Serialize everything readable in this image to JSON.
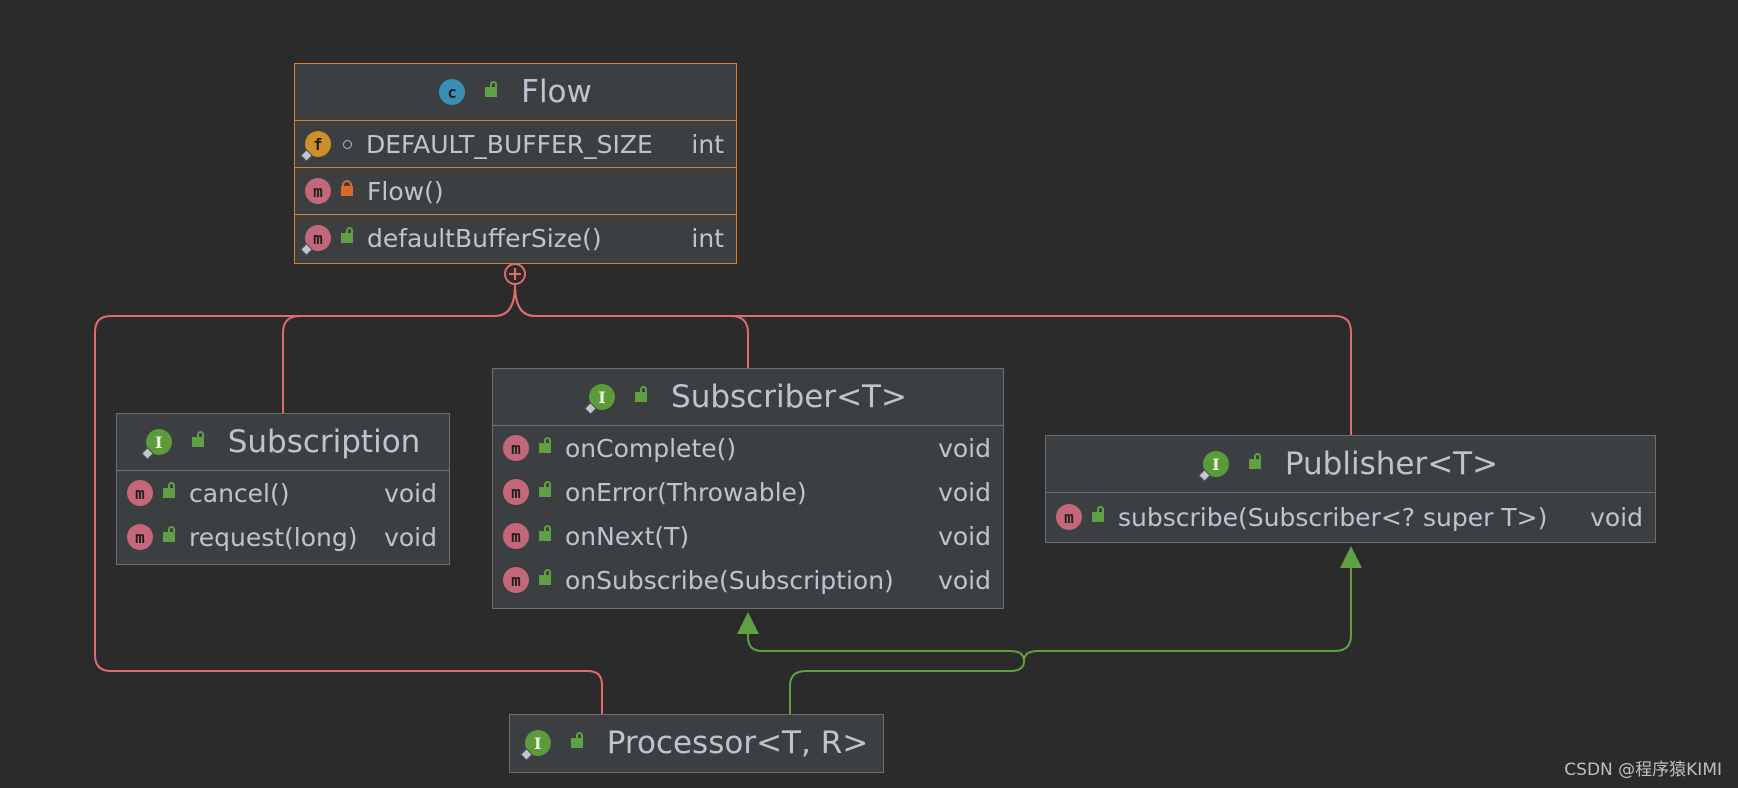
{
  "colors": {
    "background": "#2b2b2b",
    "inner_class_connector": "#e06c6c",
    "inheritance_arrow": "#5fa044",
    "highlight_border": "#d9822b"
  },
  "flow": {
    "icon": "class-icon",
    "title": "Flow",
    "field": {
      "icon": "field-icon",
      "name": "DEFAULT_BUFFER_SIZE",
      "type": "int"
    },
    "constructor": {
      "icon": "method-icon",
      "name": "Flow()"
    },
    "method": {
      "icon": "method-icon",
      "name": "defaultBufferSize()",
      "type": "int"
    }
  },
  "subscription": {
    "icon": "interface-icon",
    "title": "Subscription",
    "methods": [
      {
        "name": "cancel()",
        "type": "void"
      },
      {
        "name": "request(long)",
        "type": "void"
      }
    ]
  },
  "subscriber": {
    "icon": "interface-icon",
    "title": "Subscriber<T>",
    "methods": [
      {
        "name": "onComplete()",
        "type": "void"
      },
      {
        "name": "onError(Throwable)",
        "type": "void"
      },
      {
        "name": "onNext(T)",
        "type": "void"
      },
      {
        "name": "onSubscribe(Subscription)",
        "type": "void"
      }
    ]
  },
  "publisher": {
    "icon": "interface-icon",
    "title": "Publisher<T>",
    "methods": [
      {
        "name": "subscribe(Subscriber<? super T>)",
        "type": "void"
      }
    ]
  },
  "processor": {
    "icon": "interface-icon",
    "title": "Processor<T, R>"
  },
  "icon_letters": {
    "class": "c",
    "interface": "I",
    "method": "m",
    "field": "f"
  },
  "watermark": "CSDN @程序猿KIMI"
}
